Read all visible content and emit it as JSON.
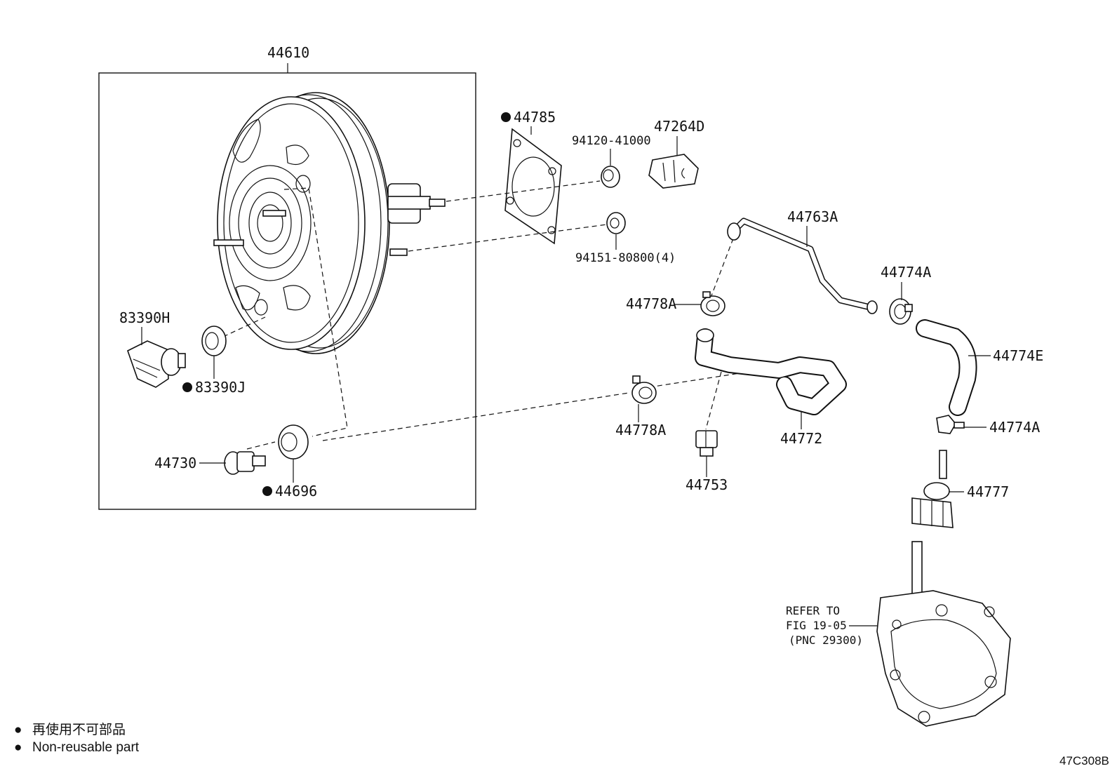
{
  "parts": {
    "booster": "44610",
    "gasket": "44785",
    "nut": "94120-41000",
    "bracket": "47264D",
    "flange_nut": "94151-80800(4)",
    "hose_pipe": "44763A",
    "clamp_a_upper": "44774A",
    "clamp_778_upper": "44778A",
    "hose_e": "44774E",
    "hose_772": "44772",
    "clamp_778_lower": "44778A",
    "clip_753": "44753",
    "clamp_a_lower": "44774A",
    "check_valve": "44777",
    "sensor": "83390H",
    "grommet_sensor": "83390J",
    "union": "44730",
    "grommet_union": "44696"
  },
  "reference": {
    "line1": "REFER TO",
    "line2": "FIG 19-05",
    "line3": "(PNC 29300)"
  },
  "legend": {
    "symbol": "●",
    "jp": "再使用不可部品",
    "en": "Non-reusable part"
  },
  "figure_code": "47C308B"
}
